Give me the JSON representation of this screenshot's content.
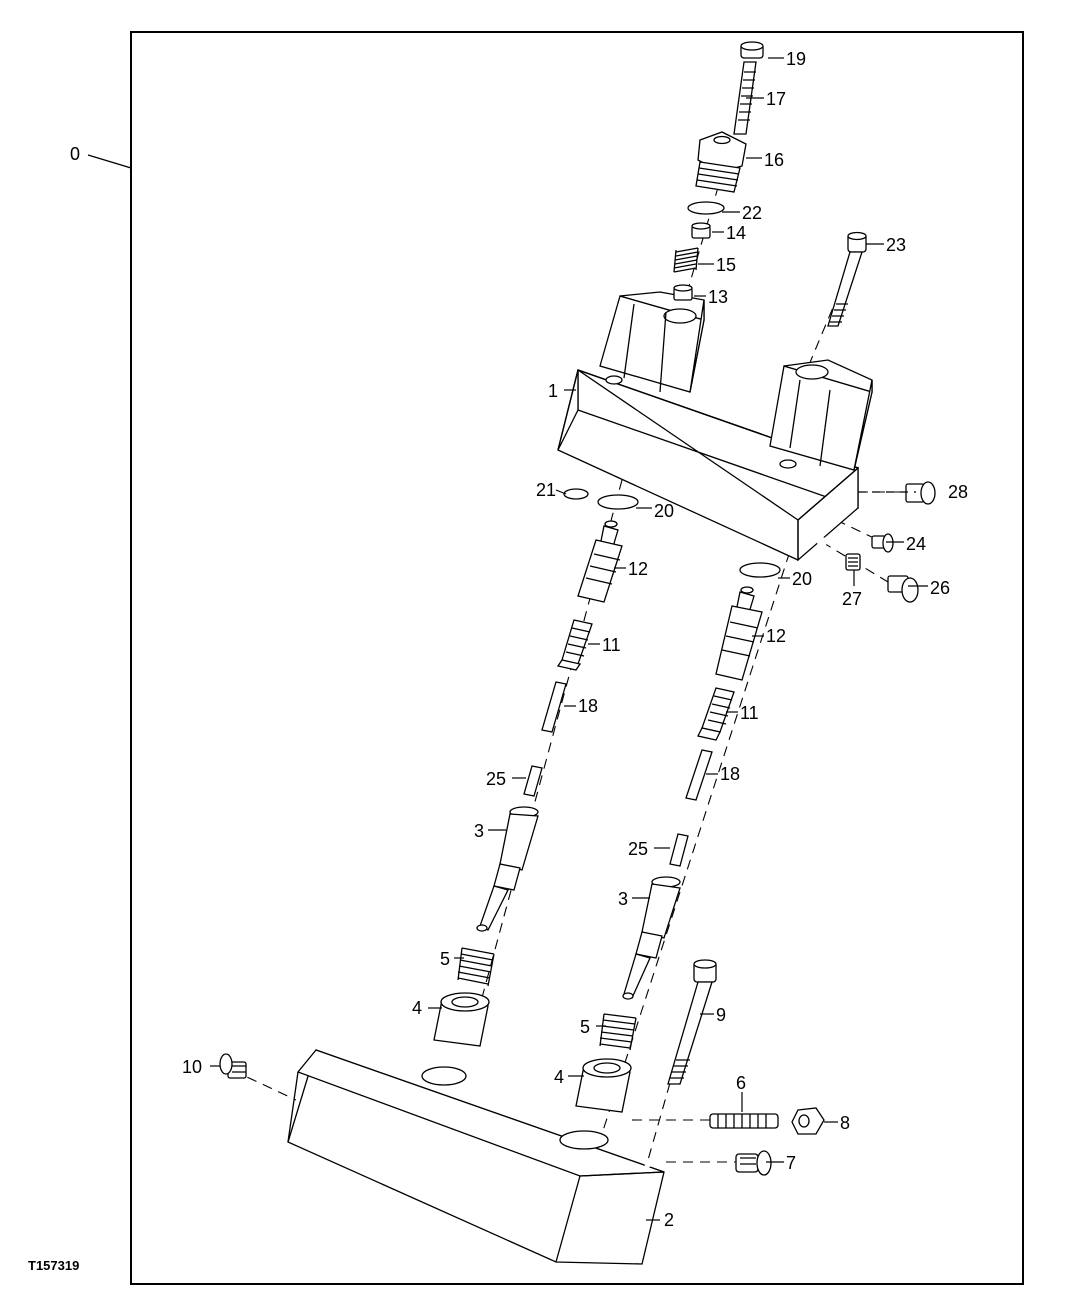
{
  "figure_id": "T157319",
  "callouts": {
    "c0": "0",
    "c1": "1",
    "c2": "2",
    "c3a": "3",
    "c3b": "3",
    "c4a": "4",
    "c4b": "4",
    "c5a": "5",
    "c5b": "5",
    "c6": "6",
    "c7": "7",
    "c8": "8",
    "c9": "9",
    "c10": "10",
    "c11a": "11",
    "c11b": "11",
    "c12a": "12",
    "c12b": "12",
    "c13": "13",
    "c14": "14",
    "c15": "15",
    "c16": "16",
    "c17": "17",
    "c18a": "18",
    "c18b": "18",
    "c19": "19",
    "c20a": "20",
    "c20b": "20",
    "c21": "21",
    "c22": "22",
    "c23": "23",
    "c24": "24",
    "c25a": "25",
    "c25b": "25",
    "c26": "26",
    "c27": "27",
    "c28": "28"
  }
}
